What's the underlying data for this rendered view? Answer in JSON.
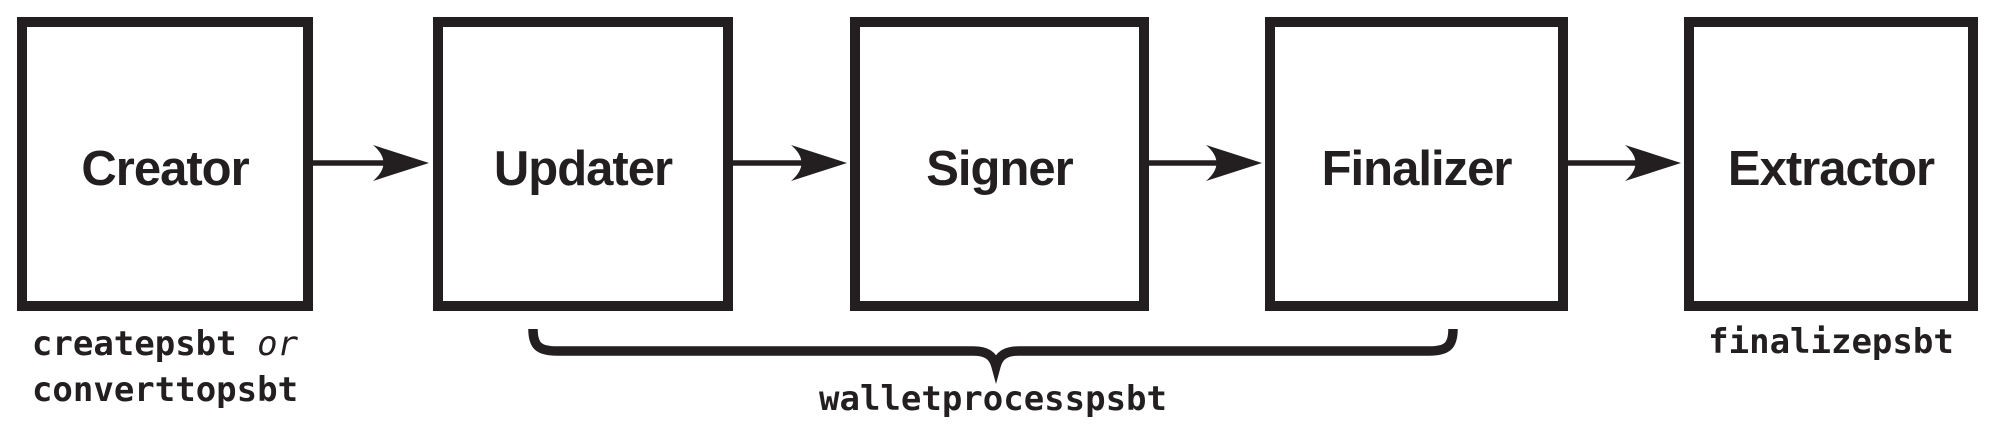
{
  "diagram": {
    "description": "PSBT workflow roles and Bitcoin Core RPC commands",
    "colors": {
      "ink": "#231f20",
      "background": "#ffffff"
    },
    "nodes": [
      {
        "label": "Creator"
      },
      {
        "label": "Updater"
      },
      {
        "label": "Signer"
      },
      {
        "label": "Finalizer"
      },
      {
        "label": "Extractor"
      }
    ],
    "annotations": {
      "creator_rpc_1": "createpsbt",
      "creator_conj": "or",
      "creator_rpc_2": "converttopsbt",
      "group_rpc": "walletprocesspsbt",
      "extractor_rpc": "finalizepsbt"
    }
  }
}
